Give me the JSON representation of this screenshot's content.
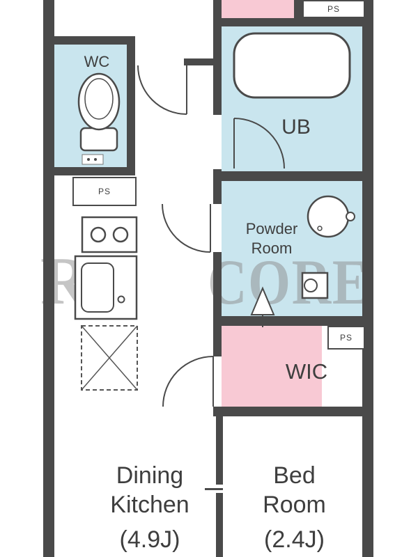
{
  "labels": {
    "wc": "WC",
    "ub": "UB",
    "powder_line1": "Powder",
    "powder_line2": "Room",
    "wic": "WIC",
    "ps_top": "PS",
    "ps_left": "PS",
    "ps_wic": "PS",
    "dining_line1": "Dining",
    "dining_line2": "Kitchen",
    "dining_line3": "(4.9J)",
    "bed_line1": "Bed",
    "bed_line2": "Room",
    "bed_line3": "(2.4J)"
  },
  "watermark": {
    "left": "R",
    "right": "CORE"
  },
  "colors": {
    "wet_area": "#c9e5ee",
    "closet_pink": "#f8c9d4",
    "wall": "#4a4a4a",
    "text": "#3e3e3e",
    "watermark_gray": "#8c8c8c"
  }
}
